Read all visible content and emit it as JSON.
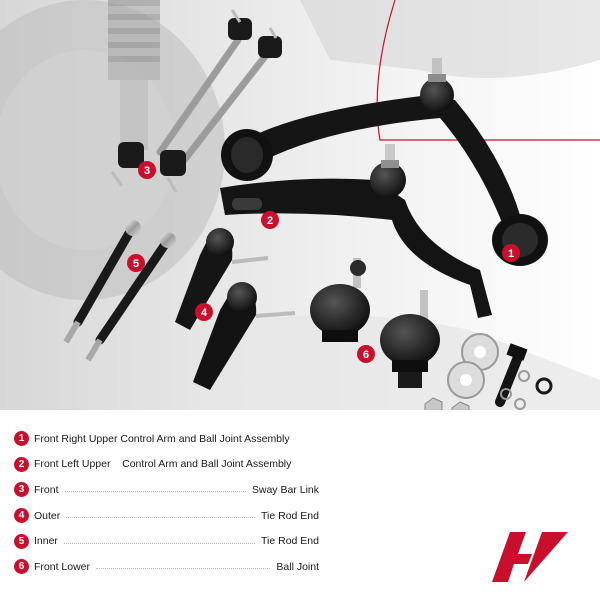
{
  "brand": {
    "accent": "#c8102e"
  },
  "parts": [
    {
      "num": "1",
      "label": "Front Right Upper Control Arm and Ball Joint Assembly",
      "detail": ""
    },
    {
      "num": "2",
      "label": "Front Left Upper    Control Arm and Ball Joint Assembly",
      "detail": ""
    },
    {
      "num": "3",
      "label": "Front",
      "detail": "Sway Bar Link"
    },
    {
      "num": "4",
      "label": "Outer",
      "detail": "Tie Rod End"
    },
    {
      "num": "5",
      "label": "Inner",
      "detail": "Tie Rod End"
    },
    {
      "num": "6",
      "label": "Front Lower",
      "detail": "Ball Joint"
    }
  ],
  "callouts": [
    "1",
    "2",
    "3",
    "4",
    "5",
    "6"
  ],
  "logo": {
    "name": "a-premium-logo-icon"
  }
}
